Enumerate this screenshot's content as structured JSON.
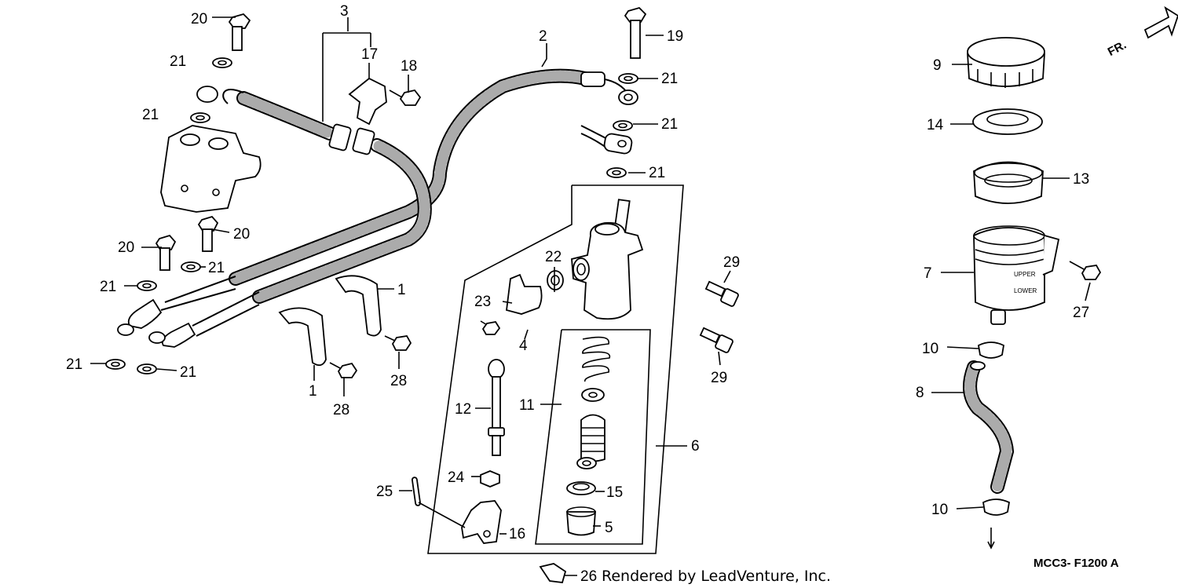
{
  "diagram": {
    "code": "MCC3- F1200 A",
    "credit": "Rendered by LeadVenture, Inc.",
    "direction_label": "FR.",
    "reservoir_upper_mark": "UPPER",
    "reservoir_lower_mark": "LOWER",
    "callouts": {
      "c1a": "1",
      "c1b": "1",
      "c2": "2",
      "c3": "3",
      "c4": "4",
      "c5": "5",
      "c6": "6",
      "c7": "7",
      "c8": "8",
      "c9": "9",
      "c10a": "10",
      "c10b": "10",
      "c11": "11",
      "c12": "12",
      "c13": "13",
      "c14": "14",
      "c15": "15",
      "c16": "16",
      "c17": "17",
      "c18": "18",
      "c19": "19",
      "c20a": "20",
      "c20b": "20",
      "c20c": "20",
      "c21a": "21",
      "c21b": "21",
      "c21c": "21",
      "c21d": "21",
      "c21e": "21",
      "c21f": "21",
      "c21g": "21",
      "c21h": "21",
      "c21i": "21",
      "c22": "22",
      "c23": "23",
      "c24": "24",
      "c25": "25",
      "c26": "26",
      "c27": "27",
      "c28a": "28",
      "c28b": "28",
      "c29a": "29",
      "c29b": "29"
    }
  }
}
